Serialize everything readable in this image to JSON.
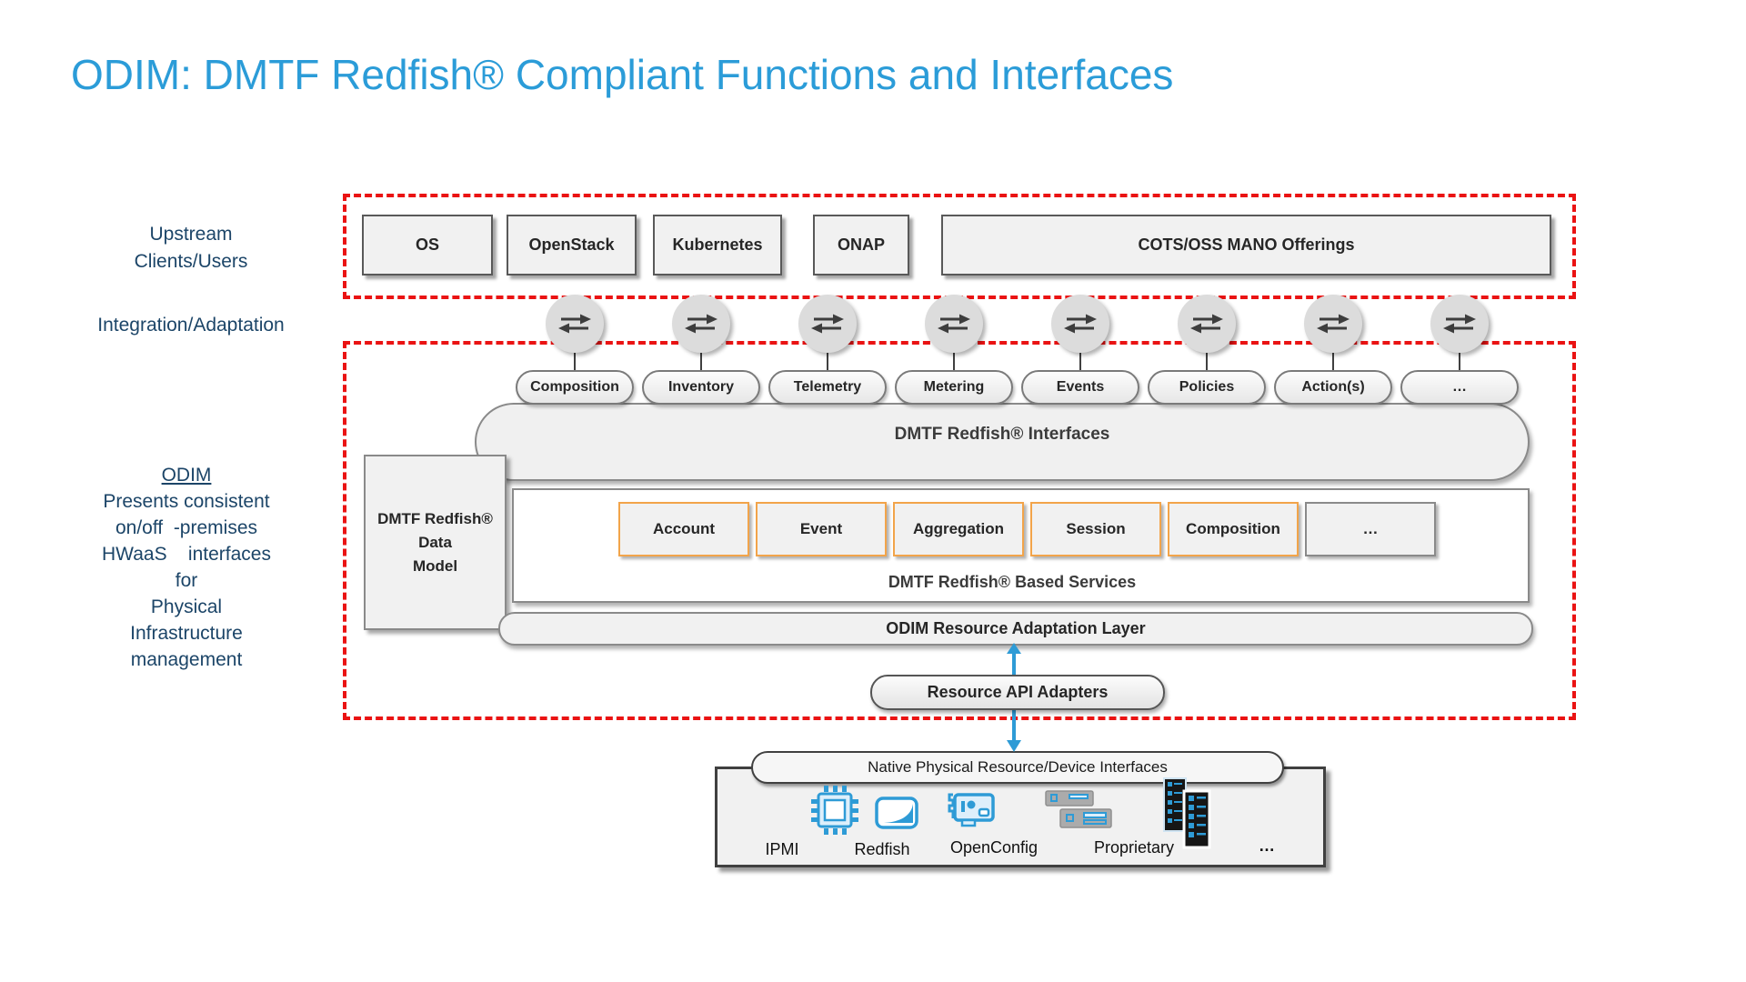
{
  "slide_title": "ODIM: DMTF Redfish® Compliant Functions and Interfaces",
  "sidebar": {
    "upstream_label_lines": [
      "Upstream",
      "Clients/Users"
    ],
    "integration_label": "Integration/Adaptation",
    "odim_heading": "ODIM",
    "odim_lines": [
      "Presents consistent",
      "on/off  -premises",
      "HWaaS    interfaces",
      "for",
      "Physical",
      "Infrastructure",
      "management"
    ]
  },
  "upstream_clients": [
    "OS",
    "OpenStack",
    "Kubernetes",
    "ONAP",
    "COTS/OSS MANO Offerings"
  ],
  "interface_pills": [
    "Composition",
    "Inventory",
    "Telemetry",
    "Metering",
    "Events",
    "Policies",
    "Action(s)",
    "…"
  ],
  "redfish_interfaces_label": "DMTF Redfish® Interfaces",
  "data_model_lines": [
    "DMTF Redfish®",
    "Data",
    "Model"
  ],
  "services": {
    "boxes": [
      "Account",
      "Event",
      "Aggregation",
      "Session",
      "Composition",
      "…"
    ],
    "caption": "DMTF Redfish® Based Services"
  },
  "adaptation_layer_label": "ODIM Resource Adaptation Layer",
  "api_adapters_label": "Resource API Adapters",
  "native_interfaces": {
    "title": "Native Physical Resource/Device Interfaces",
    "items": [
      "IPMI",
      "Redfish",
      "OpenConfig",
      "Proprietary",
      "…"
    ]
  },
  "icons": {
    "adapter": "bidirectional-arrows-icon",
    "ipmi": "chip-icon",
    "redfish": "redfish-swoosh-icon",
    "openconfig": "network-card-icon",
    "proprietary": "server-stack-icon",
    "more": "rack-servers-icon"
  },
  "colors": {
    "title_blue": "#2B9CD8",
    "sidebar_navy": "#1C4568",
    "boundary_red": "#EA1313",
    "accent_blue": "#2E9BD6",
    "orange_border": "#F2A44A"
  }
}
